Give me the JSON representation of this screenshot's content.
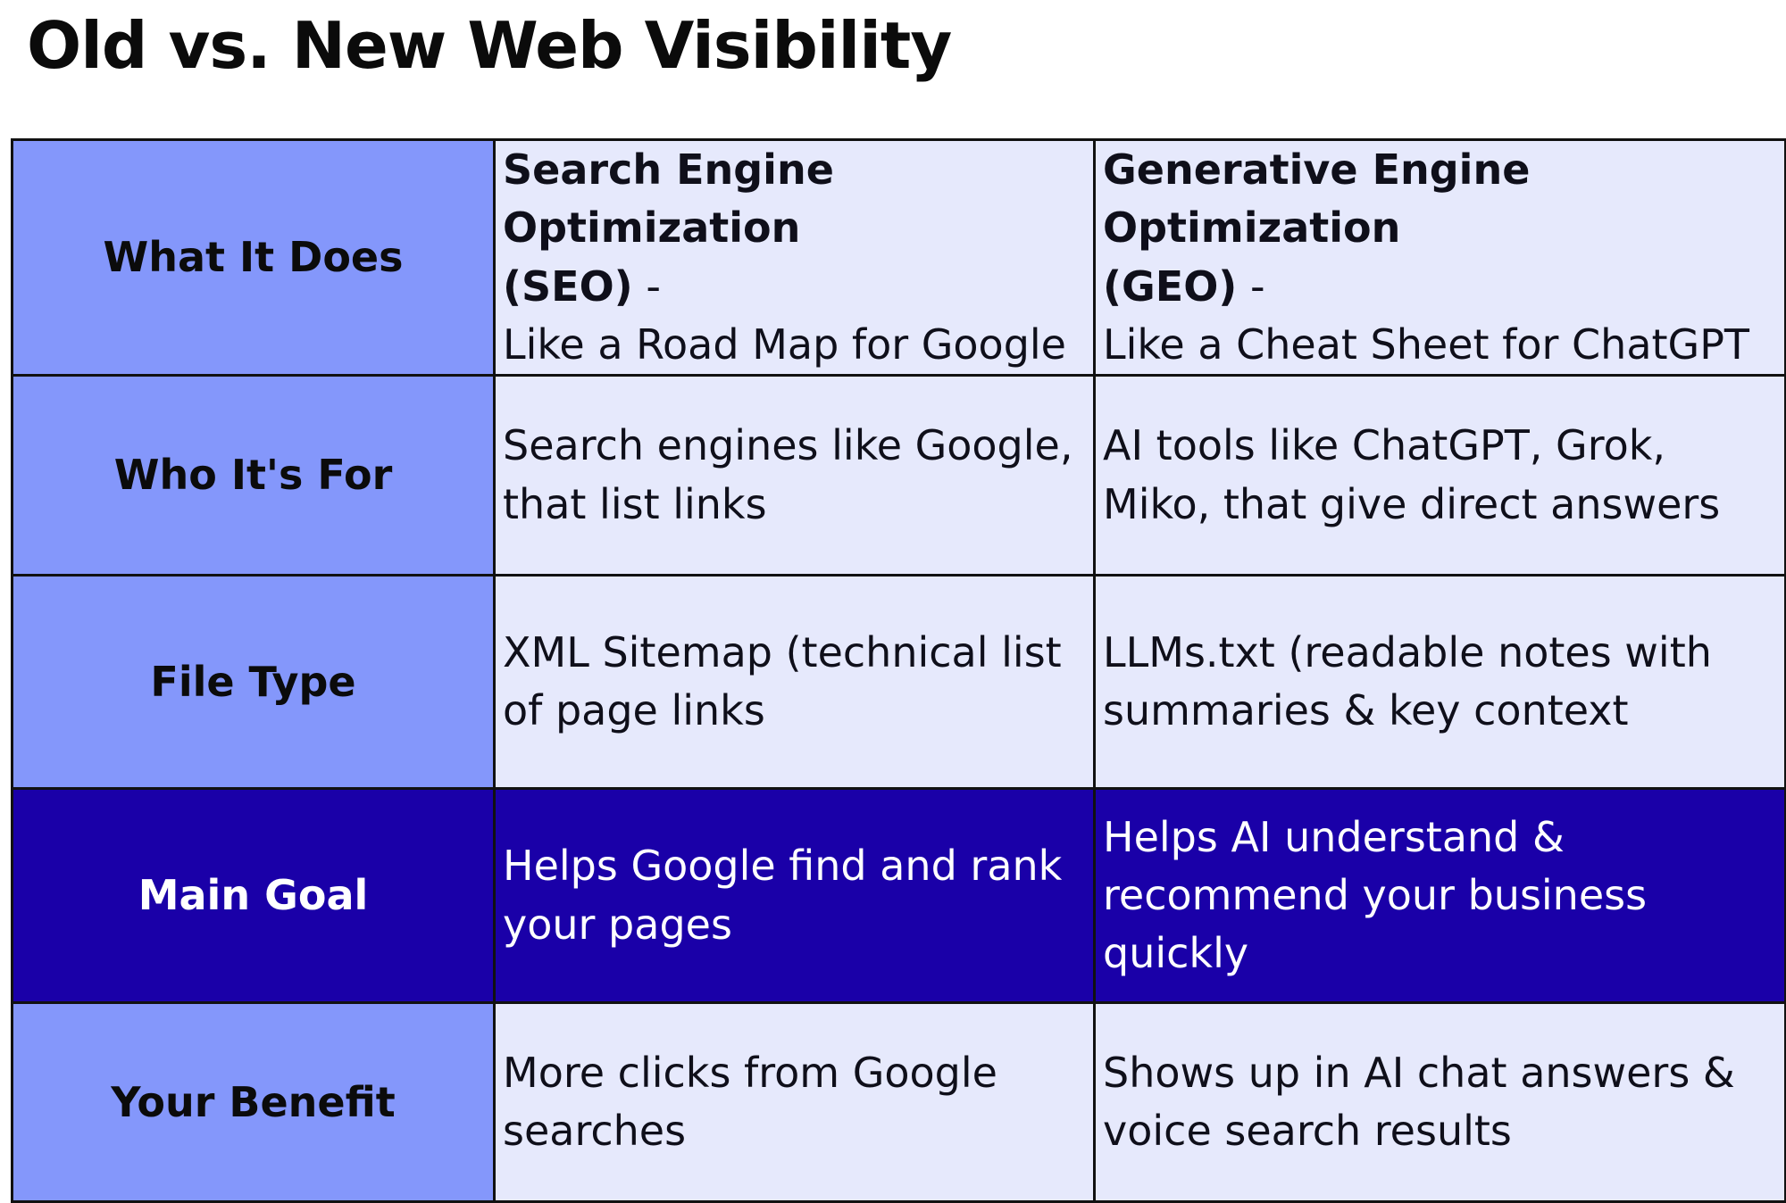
{
  "title": "Old vs. New Web Visibility",
  "colors": {
    "label_column": "#8497fb",
    "cell_background": "#e6e9fc",
    "highlight_row": "#1a00a8",
    "border": "#111111"
  },
  "rows": [
    {
      "label": "What It Does",
      "seo": {
        "heading_1": "Search Engine Optimization",
        "heading_2": "(SEO)",
        "separator": " -",
        "text": "Like a Road Map for Google"
      },
      "geo": {
        "heading_1": "Generative Engine Optimization",
        "heading_2": "(GEO)",
        "separator": " -",
        "text": "Like a Cheat Sheet for ChatGPT"
      }
    },
    {
      "label": "Who It's For",
      "seo": "Search engines like Google, that list links",
      "geo": "AI tools like ChatGPT, Grok, Miko, that give direct answers"
    },
    {
      "label": "File Type",
      "seo": "XML Sitemap (technical list of page links",
      "geo": "LLMs.txt (readable notes with summaries & key context"
    },
    {
      "label": "Main Goal",
      "seo": "Helps Google find and rank your pages",
      "geo": "Helps AI understand & recommend your business quickly"
    },
    {
      "label": "Your Benefit",
      "seo": "More clicks from Google searches",
      "geo": "Shows up in AI chat answers & voice search results"
    }
  ]
}
